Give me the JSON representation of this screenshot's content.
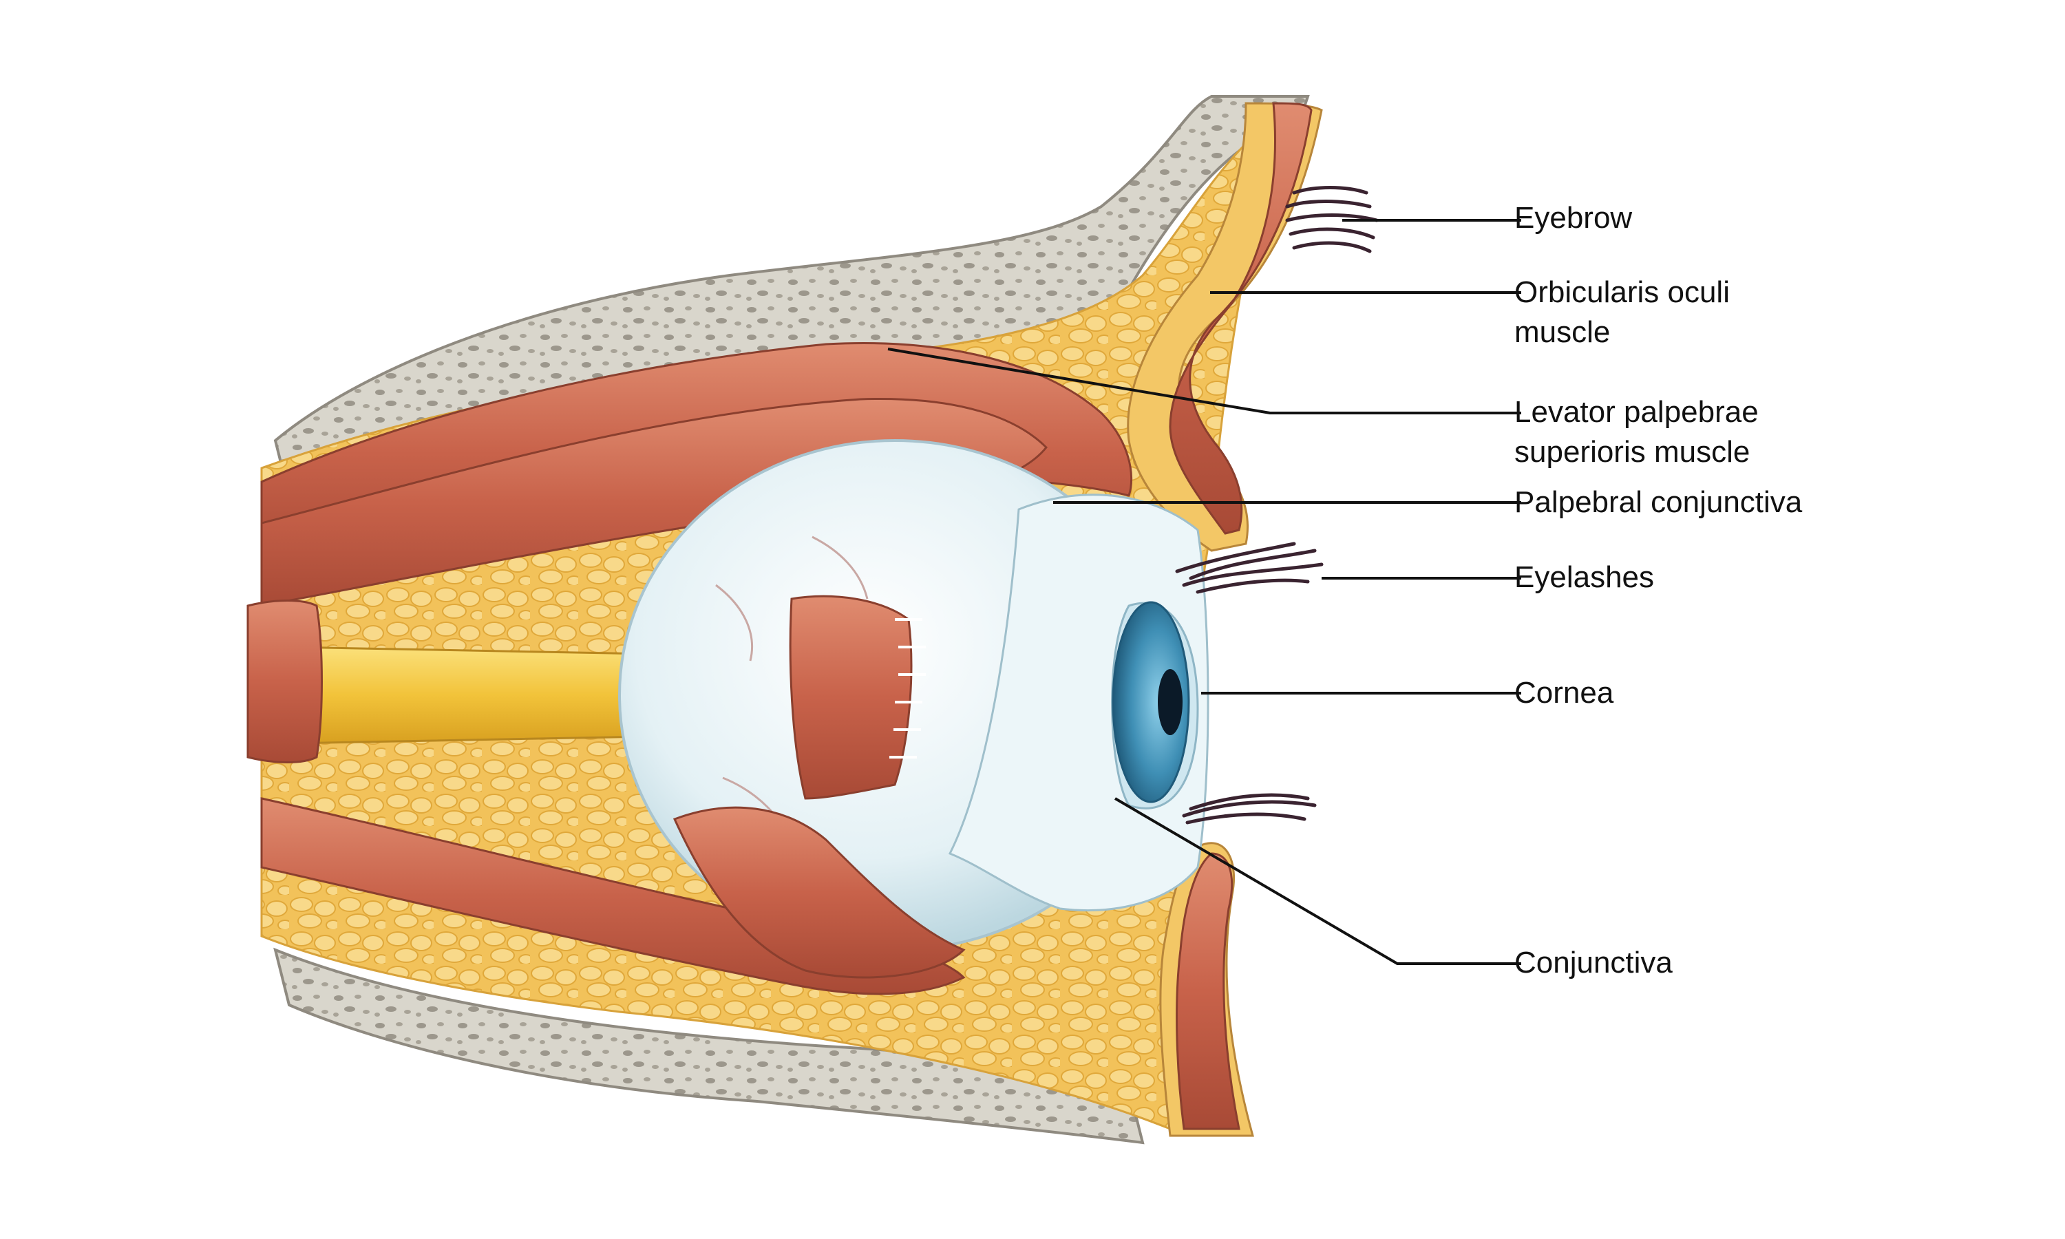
{
  "labels": {
    "eyebrow": "Eyebrow",
    "orbicularis_line1": "Orbicularis oculi",
    "orbicularis_line2": "muscle",
    "levator_line1": "Levator palpebrae",
    "levator_line2": "superioris muscle",
    "palpebral_conjunctiva": "Palpebral conjunctiva",
    "eyelashes": "Eyelashes",
    "cornea": "Cornea",
    "conjunctiva": "Conjunctiva"
  },
  "colors": {
    "bone": "#d9d6cc",
    "bone_pore": "#9c978c",
    "fat": "#f2c25a",
    "fat_light": "#f8d98a",
    "muscle": "#c8624a",
    "muscle_light": "#df8a6e",
    "sclera": "#dcebf0",
    "iris": "#3f8fb5",
    "pupil": "#0b1a28",
    "nerve": "#f2c33a",
    "hair": "#3a2330",
    "leader": "#111111"
  }
}
